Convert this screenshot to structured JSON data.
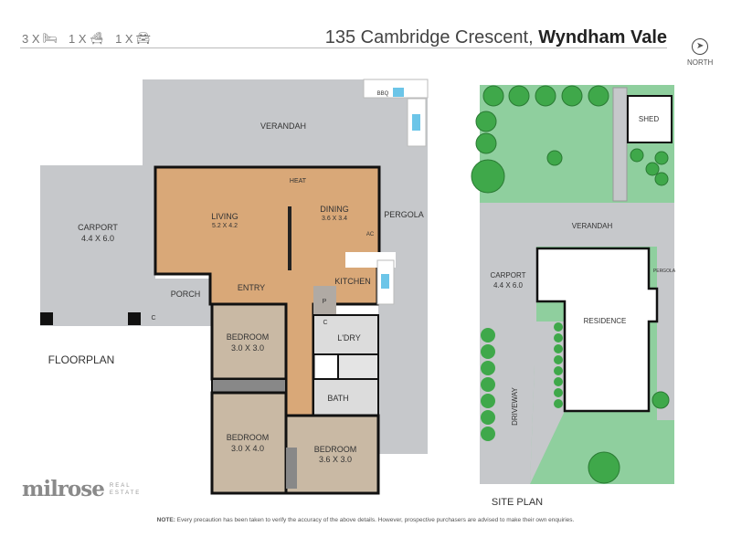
{
  "header": {
    "counts": [
      {
        "qty": "3 X",
        "icon": "bed-icon"
      },
      {
        "qty": "1 X",
        "icon": "bath-icon"
      },
      {
        "qty": "1 X",
        "icon": "car-icon"
      }
    ],
    "street": "135 Cambridge Crescent, ",
    "suburb": "Wyndham Vale",
    "north_label": "NORTH"
  },
  "floorplan": {
    "title": "FLOORPLAN",
    "verandah": "VERANDAH",
    "bbq": "BBQ",
    "carport": "CARPORT",
    "carport_dim": "4.4 X 6.0",
    "living": "LIVING",
    "living_dim": "5.2 X 4.2",
    "dining": "DINING",
    "dining_dim": "3.6 X 3.4",
    "heat": "HEAT",
    "ac": "AC",
    "pergola": "PERGOLA",
    "kitchen": "KITCHEN",
    "entry": "ENTRY",
    "porch": "PORCH",
    "pantry": "P",
    "cupboard": "C",
    "carport_cupboard": "C",
    "laundry": "L'DRY",
    "bath": "BATH",
    "bed1": "BEDROOM",
    "bed1_dim": "3.0 X 3.0",
    "bed2": "BEDROOM",
    "bed2_dim": "3.0 X 4.0",
    "bed3": "BEDROOM",
    "bed3_dim": "3.6 X 3.0"
  },
  "siteplan": {
    "title": "SITE  PLAN",
    "shed": "SHED",
    "verandah": "VERANDAH",
    "carport": "CARPORT",
    "carport_dim": "4.4 X 6.0",
    "pergola": "PERGOLA",
    "residence": "RESIDENCE",
    "driveway": "DRIVEWAY"
  },
  "brand": {
    "name": "milrose",
    "sub1": "REAL",
    "sub2": "ESTATE"
  },
  "note": {
    "label": "NOTE:",
    "text": " Every precaution has been taken to verify the accuracy of the above details. However, prospective purchasers are advised to make their own enquiries."
  },
  "colors": {
    "wood": "#d9a878",
    "carpet": "#c9b9a4",
    "concrete": "#c6c8cb",
    "lawn": "#8fcf9e",
    "tree": "#3fa84a"
  }
}
